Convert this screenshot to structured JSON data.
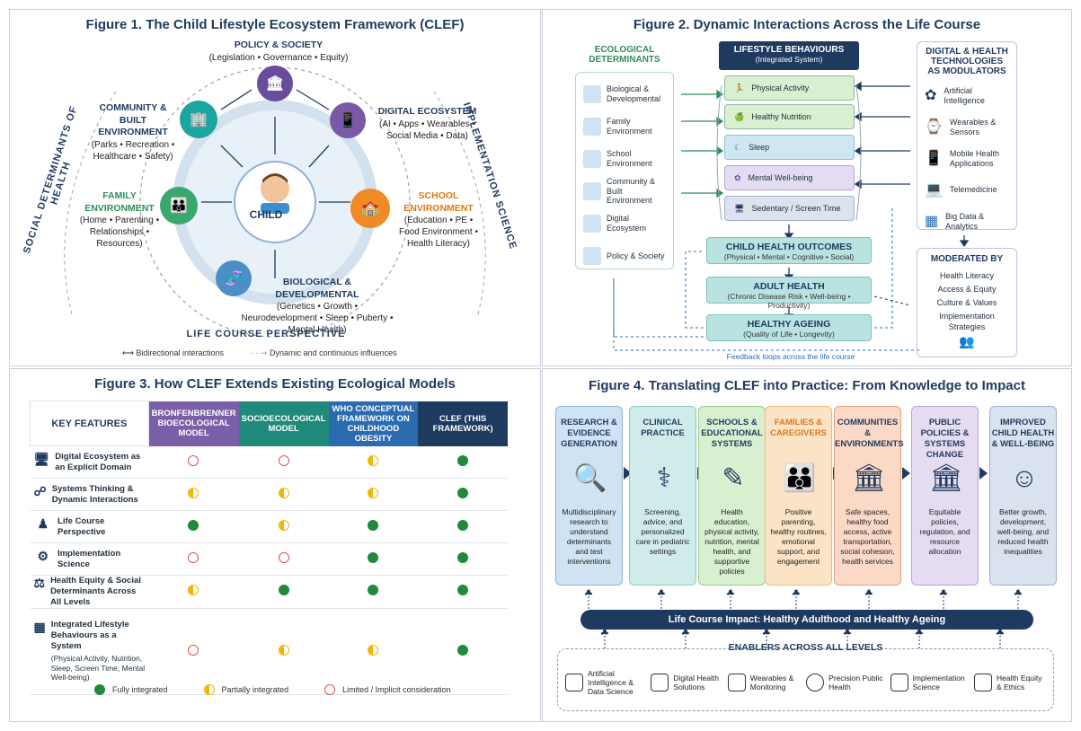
{
  "fig1": {
    "title": "Figure 1. The Child Lifestyle Ecosystem Framework (CLEF)",
    "center": "CHILD",
    "left_arc": "SOCIAL DETERMINANTS OF HEALTH",
    "right_arc": "IMPLEMENTATION SCIENCE",
    "bottom_arc": "LIFE COURSE PERSPECTIVE",
    "nodes": [
      {
        "title": "POLICY & SOCIETY",
        "desc": "(Legislation • Governance • Equity)",
        "color": "#6a4c9c"
      },
      {
        "title": "DIGITAL ECOSYSTEM",
        "desc": "(AI • Apps • Wearables • Social Media • Data)",
        "color": "#7a5aa8"
      },
      {
        "title": "SCHOOL ENVIRONMENT",
        "desc": "(Education • PE • Food Environment • Health Literacy)",
        "color": "#f08a24"
      },
      {
        "title": "BIOLOGICAL & DEVELOPMENTAL",
        "desc": "(Genetics • Growth • Neurodevelopment • Sleep • Puberty • Mental Health)",
        "color": "#4a90c8"
      },
      {
        "title": "FAMILY ENVIRONMENT",
        "desc": "(Home • Parenting • Relationships • Resources)",
        "color": "#3aa76d"
      },
      {
        "title": "COMMUNITY & BUILT ENVIRONMENT",
        "desc": "(Parks • Recreation • Healthcare • Safety)",
        "color": "#1aa5a0"
      }
    ],
    "legend": [
      {
        "label": "Bidirectional interactions"
      },
      {
        "label": "Dynamic and continuous influences"
      }
    ]
  },
  "fig2": {
    "title": "Figure 2. Dynamic Interactions Across the Life Course",
    "determinants_title": "ECOLOGICAL DETERMINANTS",
    "determinants": [
      {
        "label": "Biological & Developmental",
        "icon": "dna-icon"
      },
      {
        "label": "Family Environment",
        "icon": "family-icon"
      },
      {
        "label": "School Environment",
        "icon": "school-icon"
      },
      {
        "label": "Community & Built Environment",
        "icon": "park-icon"
      },
      {
        "label": "Digital Ecosystem",
        "icon": "phone-icon"
      },
      {
        "label": "Policy & Society",
        "icon": "building-icon"
      }
    ],
    "behaviours_title": "LIFESTYLE BEHAVIOURS",
    "behaviours_sub": "(Integrated System)",
    "behaviours": [
      {
        "label": "Physical Activity",
        "color": "#d9efcf"
      },
      {
        "label": "Healthy Nutrition",
        "color": "#d9efcf"
      },
      {
        "label": "Sleep",
        "color": "#cfe7f2"
      },
      {
        "label": "Mental Well-being",
        "color": "#e3dcf2"
      },
      {
        "label": "Sedentary / Screen Time",
        "color": "#dce3ec"
      }
    ],
    "outcomes": [
      {
        "title": "CHILD HEALTH OUTCOMES",
        "desc": "(Physical • Mental • Cognitive • Social)"
      },
      {
        "title": "ADULT HEALTH",
        "desc": "(Chronic Disease Risk • Well-being • Productivity)"
      },
      {
        "title": "HEALTHY AGEING",
        "desc": "(Quality of Life • Longevity)"
      }
    ],
    "tech_title": "DIGITAL & HEALTH TECHNOLOGIES AS MODULATORS",
    "tech": [
      {
        "label": "Artificial Intelligence"
      },
      {
        "label": "Wearables & Sensors"
      },
      {
        "label": "Mobile Health Applications"
      },
      {
        "label": "Telemedicine"
      },
      {
        "label": "Big Data & Analytics"
      }
    ],
    "moderated_title": "MODERATED BY",
    "moderated": [
      "Health Literacy",
      "Access & Equity",
      "Culture & Values",
      "Implementation Strategies"
    ],
    "feedback": "Feedback loops across the life course"
  },
  "fig3": {
    "title": "Figure 3. How CLEF Extends Existing Ecological Models",
    "headers": [
      {
        "label": "KEY FEATURES",
        "color": "#ffffff"
      },
      {
        "label": "BRONFENBRENNER BIOECOLOGICAL MODEL",
        "color": "#7b5ea8"
      },
      {
        "label": "SOCIOECOLOGICAL MODEL",
        "color": "#1f8a7a"
      },
      {
        "label": "WHO CONCEPTUAL FRAMEWORK ON CHILDHOOD OBESITY",
        "color": "#2b6cb0"
      },
      {
        "label": "CLEF (THIS FRAMEWORK)",
        "color": "#1f3a5f"
      }
    ],
    "rows": [
      {
        "feature": "Digital Ecosystem as an Explicit Domain",
        "sub": "",
        "icon": "monitor-icon",
        "vals": [
          "none",
          "none",
          "part",
          "full"
        ]
      },
      {
        "feature": "Systems Thinking & Dynamic Interactions",
        "sub": "",
        "icon": "network-icon",
        "vals": [
          "part",
          "part",
          "part",
          "full"
        ]
      },
      {
        "feature": "Life Course Perspective",
        "sub": "",
        "icon": "person-icon",
        "vals": [
          "full",
          "part",
          "full",
          "full"
        ]
      },
      {
        "feature": "Implementation Science",
        "sub": "",
        "icon": "gears-icon",
        "vals": [
          "none",
          "none",
          "full",
          "full"
        ]
      },
      {
        "feature": "Health Equity & Social Determinants Across All Levels",
        "sub": "",
        "icon": "scale-icon",
        "vals": [
          "part",
          "full",
          "full",
          "full"
        ]
      },
      {
        "feature": "Integrated Lifestyle Behaviours as a System",
        "sub": "(Physical Activity, Nutrition, Sleep, Screen Time, Mental Well-being)",
        "icon": "puzzle-icon",
        "vals": [
          "none",
          "part",
          "part",
          "full"
        ]
      }
    ],
    "legend": [
      {
        "type": "full",
        "label": "Fully integrated"
      },
      {
        "type": "part",
        "label": "Partially integrated"
      },
      {
        "type": "none",
        "label": "Limited / Implicit consideration"
      }
    ]
  },
  "fig4": {
    "title": "Figure 4. Translating CLEF into Practice: From Knowledge to Impact",
    "steps": [
      {
        "title": "RESEARCH & EVIDENCE GENERATION",
        "desc": "Multidisciplinary research to understand determinants and test interventions",
        "bg": "#cfe3f2",
        "border": "#8fb4d6",
        "icon": "magnifier-icon",
        "tc": "#1f3a5f"
      },
      {
        "title": "CLINICAL PRACTICE",
        "desc": "Screening, advice, and personalized care in pediatric settings",
        "bg": "#cfeceb",
        "border": "#8cc8c4",
        "icon": "stethoscope-icon",
        "tc": "#1f3a5f"
      },
      {
        "title": "SCHOOLS & EDUCATIONAL SYSTEMS",
        "desc": "Health education, physical activity, nutrition, mental health, and supportive policies",
        "bg": "#d8efd0",
        "border": "#9acb8a",
        "icon": "classroom-icon",
        "tc": "#1f3a5f"
      },
      {
        "title": "FAMILIES & CAREGIVERS",
        "desc": "Positive parenting, healthy routines, emotional support, and engagement",
        "bg": "#fbe3c6",
        "border": "#f0b877",
        "icon": "family-icon",
        "tc": "#d97a1e"
      },
      {
        "title": "COMMUNITIES & ENVIRONMENTS",
        "desc": "Safe spaces, healthy food access, active transportation, social cohesion, health services",
        "bg": "#fbd9c7",
        "border": "#ee9f7a",
        "icon": "city-icon",
        "tc": "#1f3a5f"
      },
      {
        "title": "PUBLIC POLICIES & SYSTEMS CHANGE",
        "desc": "Equitable policies, regulation, and resource allocation",
        "bg": "#e6dcf2",
        "border": "#b7a3d6",
        "icon": "government-icon",
        "tc": "#1f3a5f"
      },
      {
        "title": "IMPROVED CHILD HEALTH & WELL-BEING",
        "desc": "Better growth, development, well-being, and reduced health inequalities",
        "bg": "#dbe2ef",
        "border": "#9fb0cf",
        "icon": "child-heart-icon",
        "tc": "#1f3a5f"
      }
    ],
    "impact": "Life Course Impact: Healthy Adulthood and Healthy Ageing",
    "enablers_title": "ENABLERS ACROSS ALL LEVELS",
    "enablers": [
      {
        "label": "Artificial Intelligence & Data Science",
        "icon": "brain-icon"
      },
      {
        "label": "Digital Health Solutions",
        "icon": "phone-heart-icon"
      },
      {
        "label": "Wearables & Monitoring",
        "icon": "watch-icon"
      },
      {
        "label": "Precision Public Health",
        "icon": "target-icon"
      },
      {
        "label": "Implementation Science",
        "icon": "gears-icon"
      },
      {
        "label": "Health Equity & Ethics",
        "icon": "scale-icon"
      }
    ]
  }
}
